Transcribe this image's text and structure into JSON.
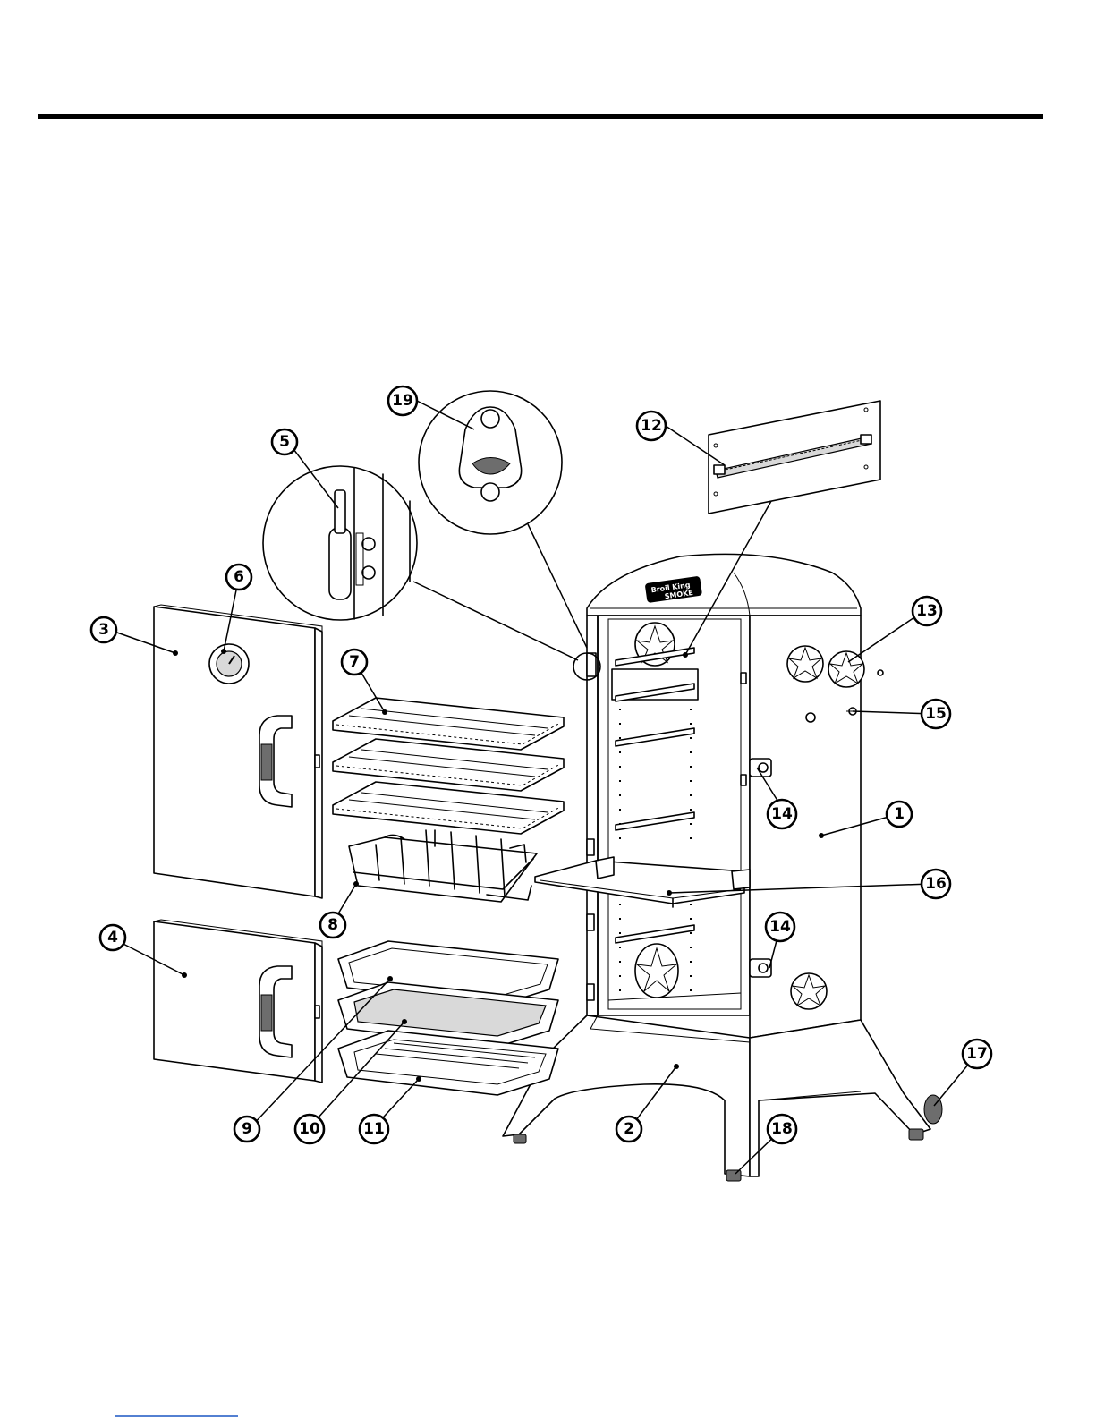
{
  "callouts": [
    {
      "id": "c1",
      "label": "1"
    },
    {
      "id": "c2",
      "label": "2"
    },
    {
      "id": "c3",
      "label": "3"
    },
    {
      "id": "c4",
      "label": "4"
    },
    {
      "id": "c5",
      "label": "5"
    },
    {
      "id": "c6",
      "label": "6"
    },
    {
      "id": "c7",
      "label": "7"
    },
    {
      "id": "c8",
      "label": "8"
    },
    {
      "id": "c9",
      "label": "9"
    },
    {
      "id": "c10",
      "label": "10"
    },
    {
      "id": "c11",
      "label": "11"
    },
    {
      "id": "c12",
      "label": "12"
    },
    {
      "id": "c13",
      "label": "13"
    },
    {
      "id": "c14a",
      "label": "14"
    },
    {
      "id": "c14b",
      "label": "14"
    },
    {
      "id": "c15",
      "label": "15"
    },
    {
      "id": "c16",
      "label": "16"
    },
    {
      "id": "c17",
      "label": "17"
    },
    {
      "id": "c18",
      "label": "18"
    },
    {
      "id": "c19",
      "label": "19"
    }
  ],
  "logo": {
    "brand": "Broil King",
    "sub": "SMOKE"
  },
  "colors": {
    "line": "#000000",
    "background": "#ffffff",
    "footer_link": "#1a56c4"
  }
}
